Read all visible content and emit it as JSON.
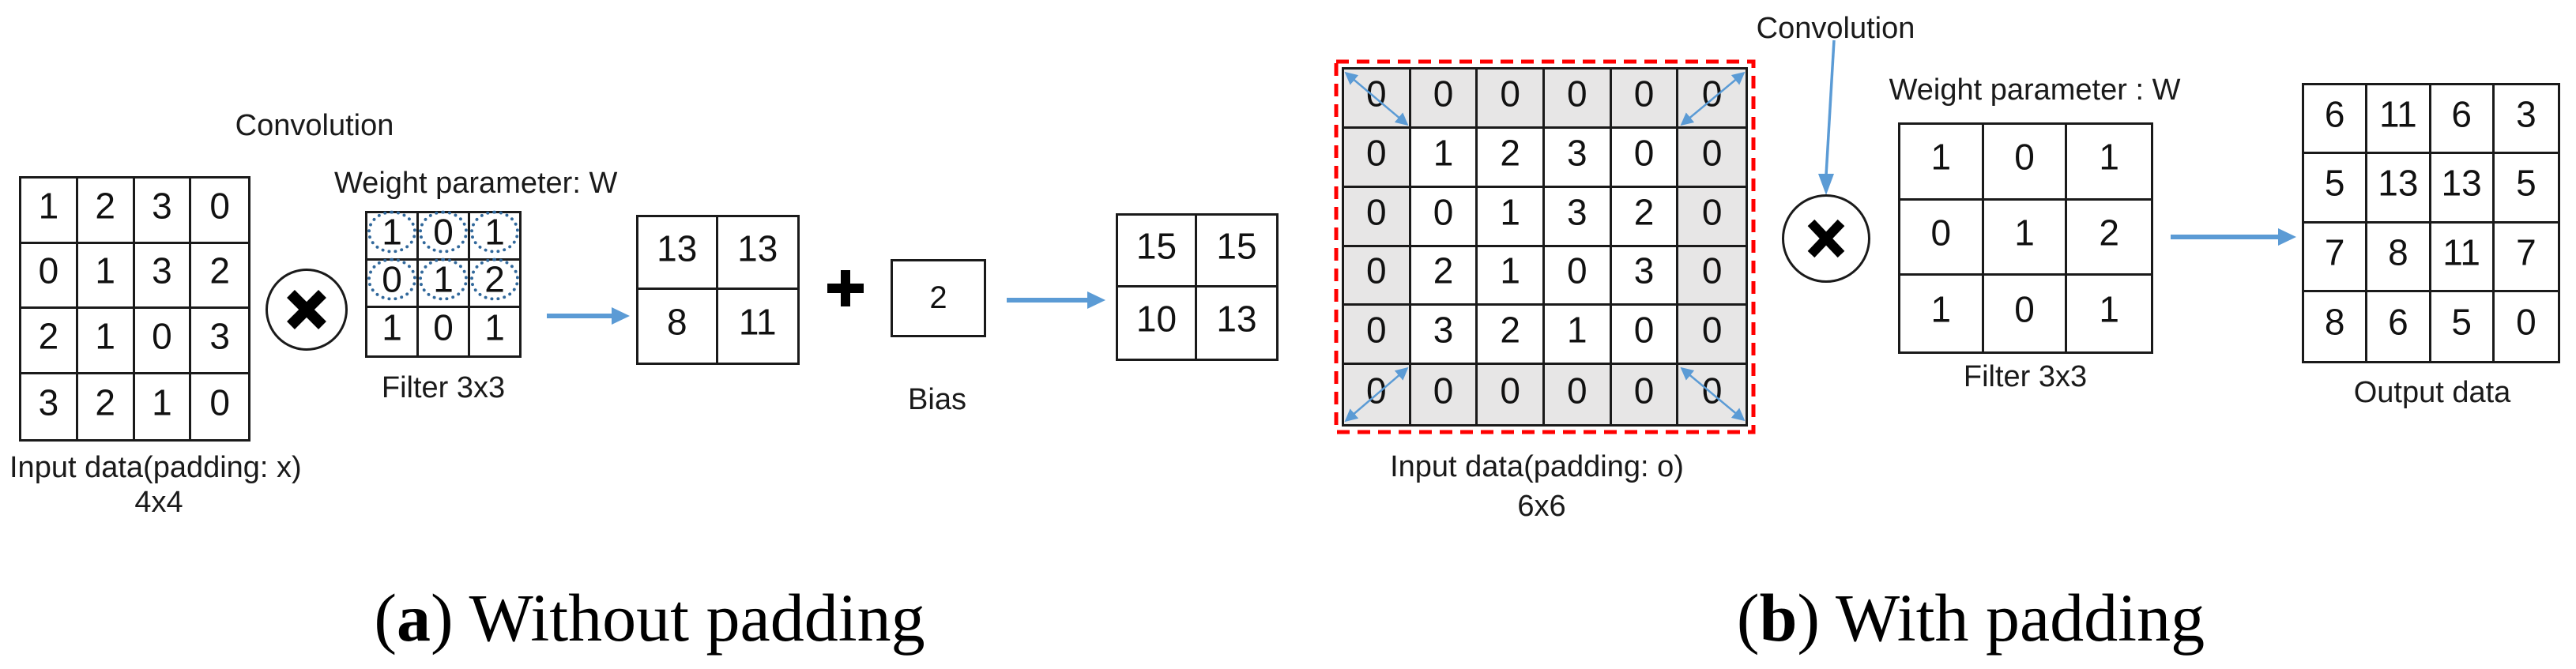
{
  "colors": {
    "arrow_blue": "#5B9BD5",
    "dotted_circle_blue": "#31689B",
    "padding_red": "#FF0000",
    "gray_cell": "#E7E6E6"
  },
  "panel_a": {
    "caption": {
      "prefix": "(",
      "letter": "a",
      "suffix": ") Without padding"
    },
    "convolution_label": "Convolution",
    "input": {
      "grid": [
        [
          "1",
          "2",
          "3",
          "0"
        ],
        [
          "0",
          "1",
          "3",
          "2"
        ],
        [
          "2",
          "1",
          "0",
          "3"
        ],
        [
          "3",
          "2",
          "1",
          "0"
        ]
      ],
      "label1": "Input data(padding: x)",
      "label2": "4x4"
    },
    "weight_label": "Weight parameter: W",
    "filter": {
      "grid": [
        [
          "1",
          "0",
          "1"
        ],
        [
          "0",
          "1",
          "2"
        ],
        [
          "1",
          "0",
          "1"
        ]
      ],
      "circled": [
        [
          1,
          1,
          1
        ],
        [
          1,
          1,
          1
        ],
        [
          0,
          0,
          0
        ]
      ],
      "label": "Filter 3x3"
    },
    "conv_result": {
      "grid": [
        [
          "13",
          "13"
        ],
        [
          "8",
          "11"
        ]
      ]
    },
    "bias": {
      "value": "2",
      "label": "Bias"
    },
    "result": {
      "grid": [
        [
          "15",
          "15"
        ],
        [
          "10",
          "13"
        ]
      ]
    }
  },
  "panel_b": {
    "caption": {
      "prefix": "(",
      "letter": "b",
      "suffix": ") With padding"
    },
    "convolution_label": "Convolution",
    "input": {
      "grid": [
        [
          "0",
          "0",
          "0",
          "0",
          "0",
          "0"
        ],
        [
          "0",
          "1",
          "2",
          "3",
          "0",
          "0"
        ],
        [
          "0",
          "0",
          "1",
          "3",
          "2",
          "0"
        ],
        [
          "0",
          "2",
          "1",
          "0",
          "3",
          "0"
        ],
        [
          "0",
          "3",
          "2",
          "1",
          "0",
          "0"
        ],
        [
          "0",
          "0",
          "0",
          "0",
          "0",
          "0"
        ]
      ],
      "gray": [
        [
          1,
          1,
          1,
          1,
          1,
          1
        ],
        [
          1,
          0,
          0,
          0,
          0,
          1
        ],
        [
          1,
          0,
          0,
          0,
          0,
          1
        ],
        [
          1,
          0,
          0,
          0,
          0,
          1
        ],
        [
          1,
          0,
          0,
          0,
          0,
          1
        ],
        [
          1,
          1,
          1,
          1,
          1,
          1
        ]
      ],
      "label1": "Input data(padding: o)",
      "label2": "6x6"
    },
    "weight_label": "Weight parameter : W",
    "filter": {
      "grid": [
        [
          "1",
          "0",
          "1"
        ],
        [
          "0",
          "1",
          "2"
        ],
        [
          "1",
          "0",
          "1"
        ]
      ],
      "label": "Filter 3x3"
    },
    "output": {
      "grid": [
        [
          "6",
          "11",
          "6",
          "3"
        ],
        [
          "5",
          "13",
          "13",
          "5"
        ],
        [
          "7",
          "8",
          "11",
          "7"
        ],
        [
          "8",
          "6",
          "5",
          "0"
        ]
      ],
      "label": "Output data"
    }
  }
}
